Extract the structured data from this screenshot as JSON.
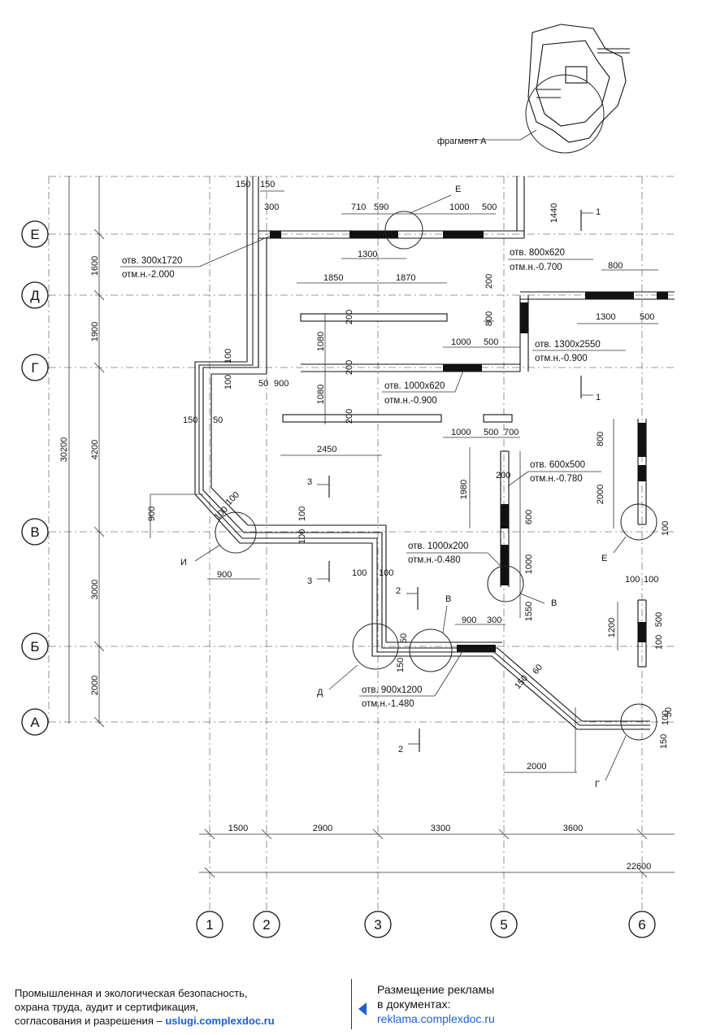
{
  "axes_letters": [
    "Е",
    "Д",
    "Г",
    "В",
    "Б",
    "А"
  ],
  "axes_numbers": [
    "1",
    "2",
    "3",
    "5",
    "6"
  ],
  "left_dims": [
    "1600",
    "1900",
    "4200",
    "3000",
    "2000"
  ],
  "left_total": "30200",
  "bottom_dims": [
    "1500",
    "2900",
    "3300",
    "3600"
  ],
  "bottom_total": "22600",
  "key_plan_label": "фрагмент А",
  "top_dims": [
    "150",
    "150",
    "300",
    "710",
    "590",
    "1000",
    "500",
    "1300",
    "1440"
  ],
  "inner_dims": [
    "1850",
    "1870",
    "200",
    "800",
    "1080",
    "200",
    "1080",
    "200",
    "200",
    "1000",
    "500",
    "800",
    "1300",
    "500",
    "50",
    "900",
    "100",
    "100",
    "150",
    "50",
    "2450",
    "1000",
    "500",
    "700",
    "800",
    "2000",
    "200",
    "1980",
    "600",
    "1000",
    "1550",
    "900",
    "100",
    "100",
    "100",
    "100",
    "100",
    "100",
    "100",
    "900",
    "100",
    "100",
    "1200",
    "100",
    "500",
    "900",
    "300",
    "150",
    "50",
    "150",
    "60",
    "100",
    "50",
    "150",
    "2000"
  ],
  "openings": [
    {
      "size": "отв. 300х1720",
      "mark": "отм.н.-2.000"
    },
    {
      "size": "отв. 800х620",
      "mark": "отм.н.-0.700"
    },
    {
      "size": "отв. 1300х2550",
      "mark": "отм.н.-0.900"
    },
    {
      "size": "отв. 1000х620",
      "mark": "отм.н.-0.900"
    },
    {
      "size": "отв. 600х500",
      "mark": "отм.н.-0.780"
    },
    {
      "size": "отв. 1000х200",
      "mark": "отм.н.-0.480"
    },
    {
      "size": "отв. 900х1200",
      "mark": "отм.н.-1.480"
    }
  ],
  "node_labels": [
    "Е",
    "В",
    "Д",
    "Г",
    "Е",
    "И",
    "В"
  ],
  "section_marks": [
    "1",
    "1",
    "3",
    "3",
    "2",
    "2"
  ],
  "footer": {
    "left_line1": "Промышленная и экологическая безопасность,",
    "left_line2": "охрана труда, аудит и сертификация,",
    "left_line3": "согласования и разрешения –",
    "left_link": "uslugi.complexdoc.ru",
    "right_line1": "Размещение рекламы",
    "right_line2": "в документах:",
    "right_link": "reklama.complexdoc.ru"
  }
}
